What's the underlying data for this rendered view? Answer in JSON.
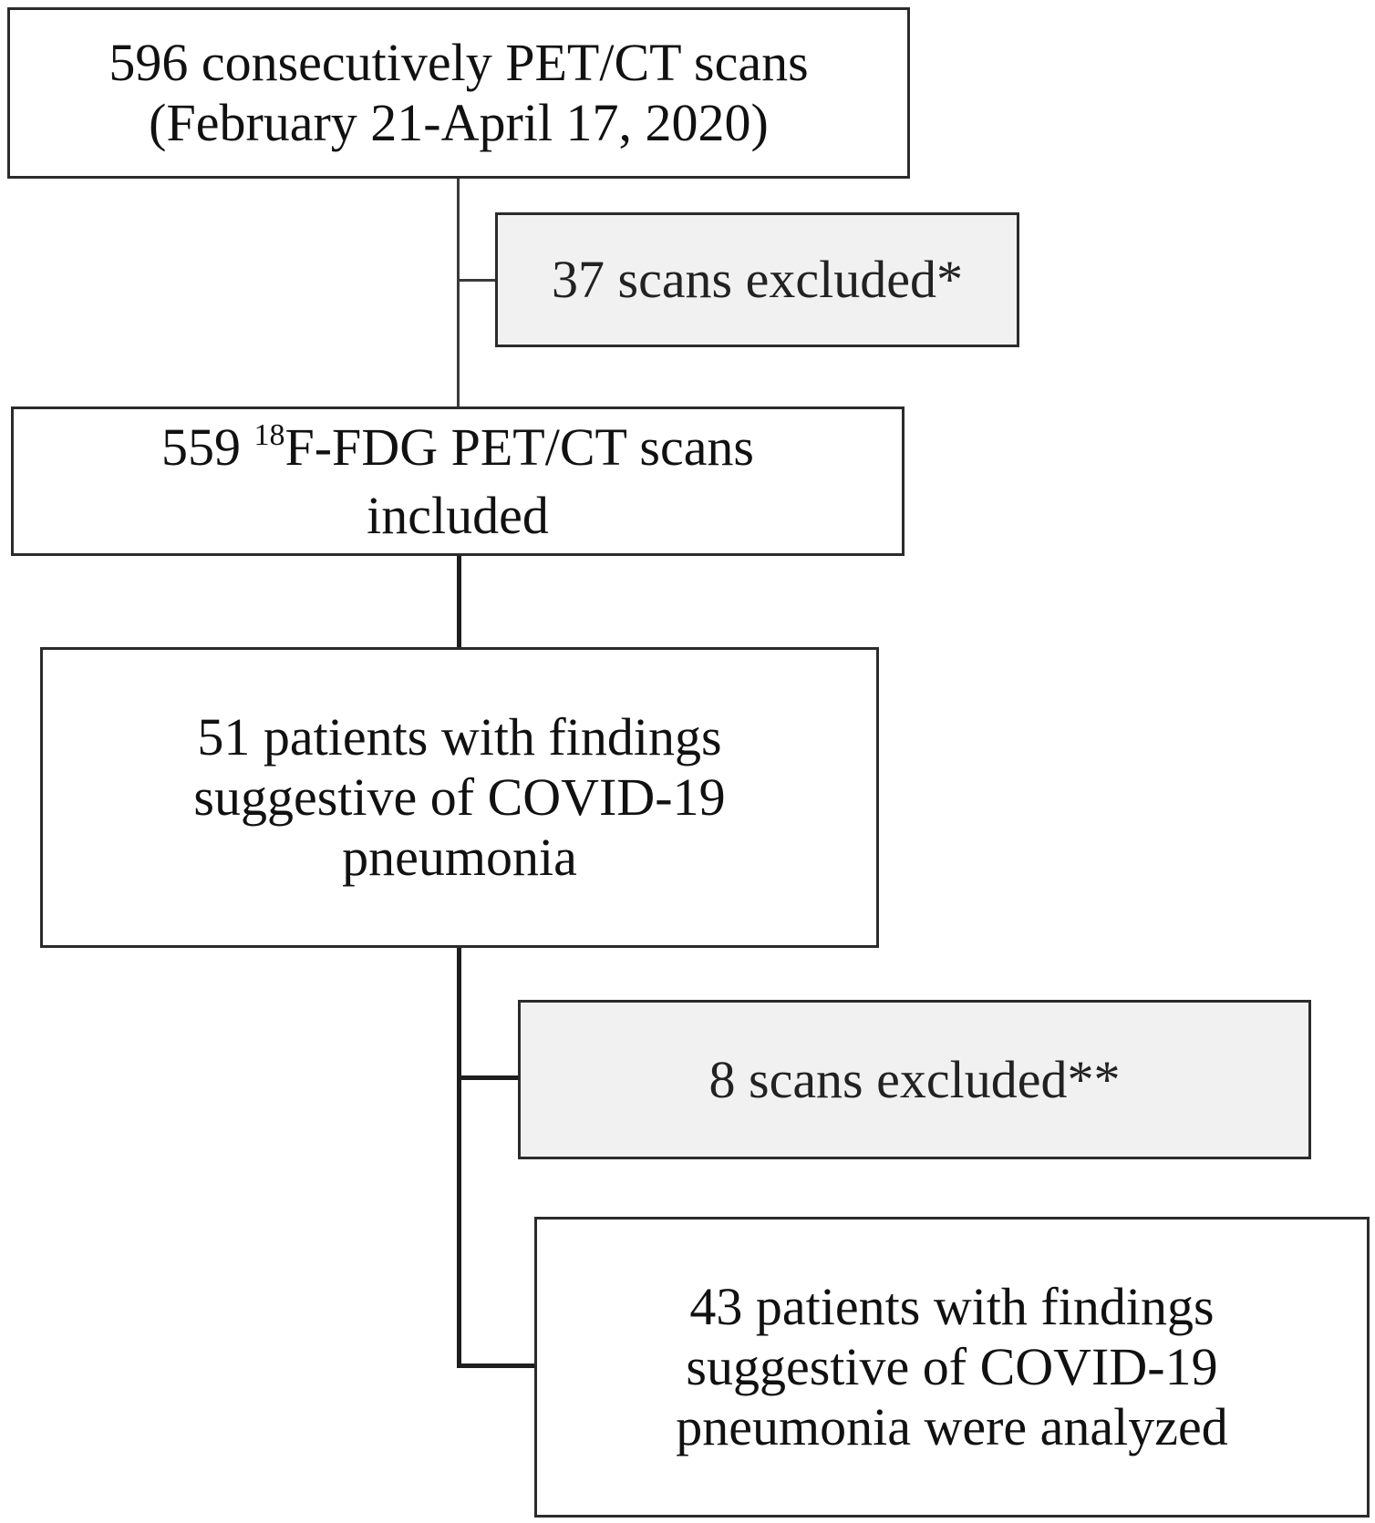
{
  "colors": {
    "border": "#2b2b2b",
    "excluded_fill": "#f1f1f1",
    "connector": "#1e1e1e"
  },
  "flowchart": {
    "step1": {
      "line1": "596 consecutively PET/CT scans",
      "line2": "(February 21-April 17, 2020)"
    },
    "exclusion1": {
      "text": "37 scans excluded*"
    },
    "step2": {
      "count": "559",
      "superscript": "18",
      "line1_rest": "F-FDG PET/CT scans",
      "line2": "included"
    },
    "step3": {
      "line1": "51 patients with findings",
      "line2": "suggestive of COVID-19",
      "line3": "pneumonia"
    },
    "exclusion2": {
      "text": "8 scans excluded**"
    },
    "step4": {
      "line1": "43 patients with findings",
      "line2": "suggestive of COVID-19",
      "line3": "pneumonia were analyzed"
    }
  }
}
